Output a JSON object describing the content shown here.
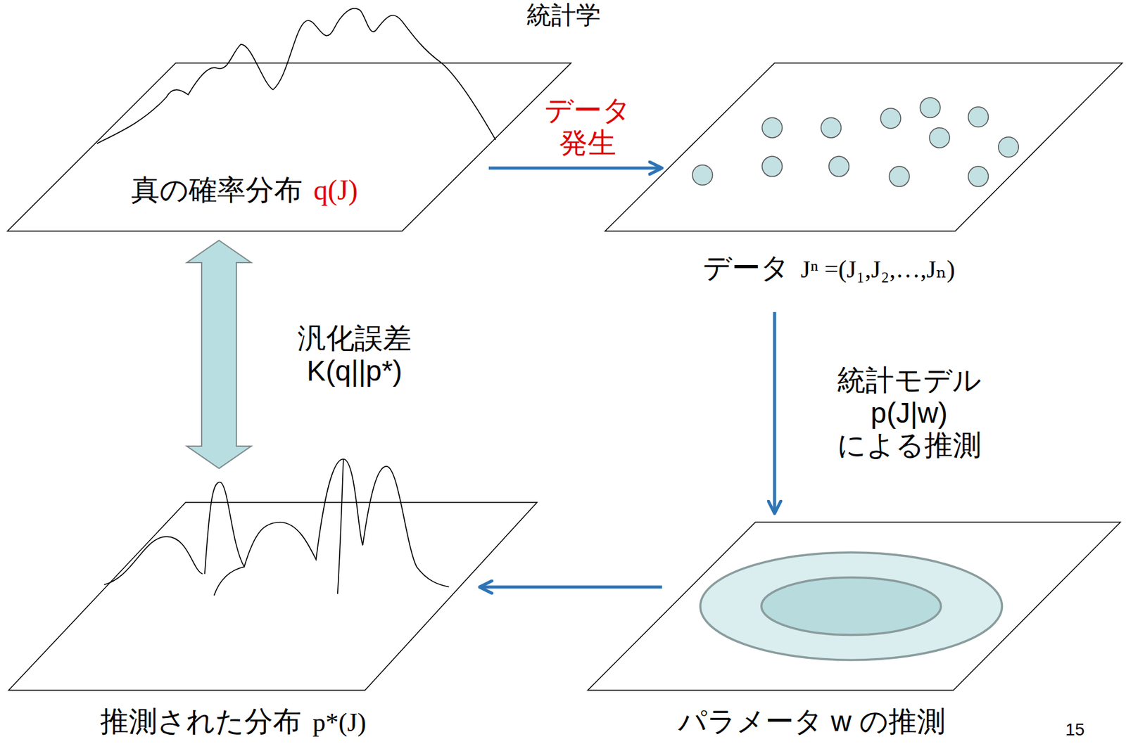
{
  "diagram": {
    "title": "統計学",
    "nodes": [
      {
        "text": [
          "真の確率分布",
          "q(J)"
        ]
      },
      {
        "text": [
          "データ",
          "Jⁿ =(J₁,J₂,…,Jₙ)"
        ]
      },
      {
        "text": [
          "推測された分布",
          "p*(J)"
        ]
      },
      {
        "text": [
          "パラメータ w の推測"
        ]
      }
    ],
    "edges": [
      {
        "from": 0,
        "to": 1,
        "arrow": "to",
        "label": "データ 発生"
      },
      {
        "from": 1,
        "to": 3,
        "arrow": "to",
        "label": "統計モデル p(J|w) による推測"
      },
      {
        "from": 3,
        "to": 2,
        "arrow": "to"
      },
      {
        "from": 0,
        "to": 2,
        "arrow": "both",
        "label": "汎化誤差 K(q||p*)"
      }
    ],
    "labels": [
      "15"
    ]
  }
}
